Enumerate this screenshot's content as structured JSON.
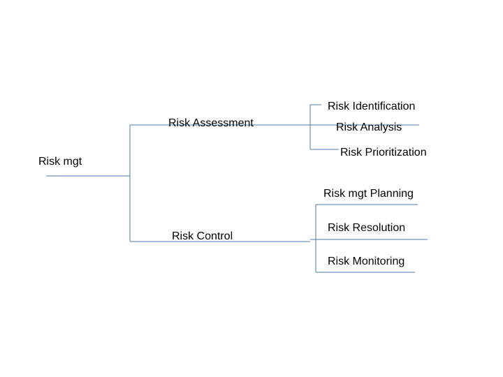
{
  "diagram": {
    "root": {
      "label": "Risk mgt"
    },
    "branches": [
      {
        "label": "Risk Assessment",
        "children": [
          {
            "label": "Risk Identification"
          },
          {
            "label": "Risk Analysis"
          },
          {
            "label": "Risk Prioritization"
          }
        ]
      },
      {
        "label": "Risk Control",
        "children": [
          {
            "label": "Risk mgt Planning"
          },
          {
            "label": "Risk Resolution"
          },
          {
            "label": "Risk Monitoring"
          }
        ]
      }
    ],
    "line_color": "#4a7aab"
  }
}
